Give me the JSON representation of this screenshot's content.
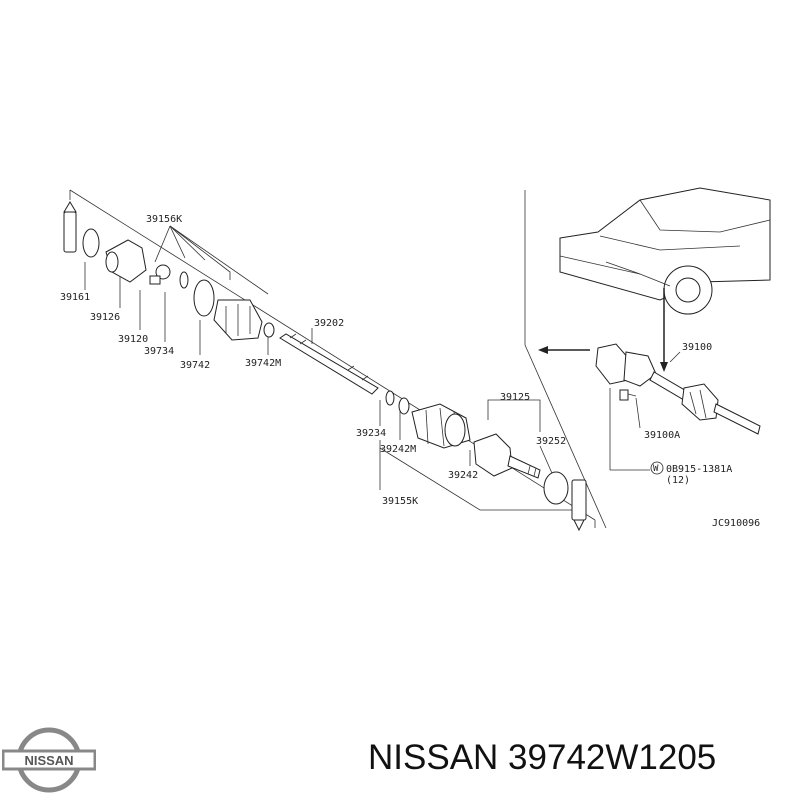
{
  "labels": {
    "l39156k": "39156K",
    "l39161": "39161",
    "l39126": "39126",
    "l39120": "39120",
    "l39734": "39734",
    "l39742": "39742",
    "l39742m_a": "39742M",
    "l39202": "39202",
    "l39125": "39125",
    "l39234": "39234",
    "l39242m_b": "39242M",
    "l39252": "39252",
    "l39242": "39242",
    "l39155k": "39155K",
    "l39100": "39100",
    "l39100a": "39100A",
    "bolt_code": "0B915-1381A",
    "bolt_qty": "(12)",
    "bolt_symbol": "W",
    "diagram_code": "JC910096"
  },
  "caption": {
    "brand": "NISSAN",
    "part_number": "39742W1205"
  },
  "logo": {
    "text": "NISSAN",
    "color": "#888888"
  }
}
